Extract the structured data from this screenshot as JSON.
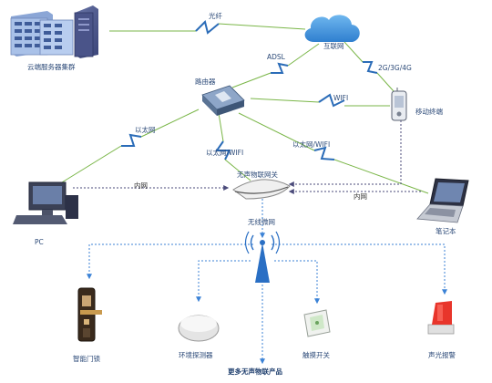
{
  "nodes": {
    "cloud_servers": "云端服务器集群",
    "internet": "互联网",
    "router": "路由器",
    "mobile": "移动终端",
    "gateway": "无声物联网关",
    "pc": "PC",
    "laptop": "笔记本",
    "wireless_net": "无线微网",
    "smart_lock": "智能门锁",
    "env_detector": "环境探测器",
    "touch_switch": "触摸开关",
    "siren": "声光报警",
    "more_products": "更多无声物联产品"
  },
  "links": {
    "fiber": "光纤",
    "adsl": "ADSL",
    "cellular": "2G/3G/4G",
    "wifi_mobile": "WIFI",
    "ethernet_pc": "以太网",
    "ethernet_wifi_gateway": "以太网/WIFI",
    "ethernet_wifi_laptop": "以太网/WIFI",
    "lan_pc": "内网",
    "lan_laptop": "内网"
  },
  "colors": {
    "wired_link": "#7ab648",
    "wireless_link": "#2b6cb8",
    "lan_link": "#5a5a8a",
    "rf_link": "#3b82d6",
    "label_text": "#2c4a78"
  }
}
